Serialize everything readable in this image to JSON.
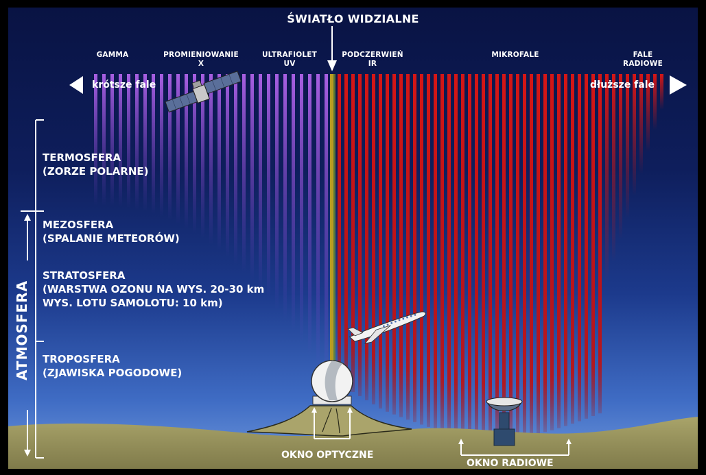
{
  "visible_light": {
    "title": "ŚWIATŁO WIDZIALNE"
  },
  "bands": {
    "gamma": "GAMMA",
    "xray_1": "PROMIENIOWANIE",
    "xray_2": "X",
    "uv_1": "ULTRAFIOLET",
    "uv_2": "UV",
    "ir_1": "PODCZERWIEŃ",
    "ir_2": "IR",
    "micro": "MIKROFALE",
    "radio_1": "FALE",
    "radio_2": "RADIOWE"
  },
  "arrows": {
    "shorter": "krótsze fale",
    "longer": "dłuższe fale"
  },
  "layers": {
    "thermo_1": "TERMOSFERA",
    "thermo_2": "(ZORZE POLARNE)",
    "meso_1": "MEZOSFERA",
    "meso_2": "(SPALANIE METEORÓW)",
    "strato_1": "STRATOSFERA",
    "strato_2": "(WARSTWA OZONU NA WYS. 20-30 km",
    "strato_3": "WYS. LOTU SAMOLOTU: 10 km)",
    "tropo_1": "TROPOSFERA",
    "tropo_2": "(ZJAWISKA POGODOWE)"
  },
  "atmosphere_label": "ATMOSFERA",
  "windows": {
    "optical": "OKNO OPTYCZNE",
    "radio": "OKNO RADIOWE"
  },
  "colors": {
    "sky_top": "#0a1448",
    "sky_mid": "#16307e",
    "sky_bottom": "#4f7fd2",
    "ground": "#9a9560",
    "uv_stripe": "#a95ce6",
    "ir_stripe": "#d11717",
    "visible_stripe": "#b89c22"
  }
}
